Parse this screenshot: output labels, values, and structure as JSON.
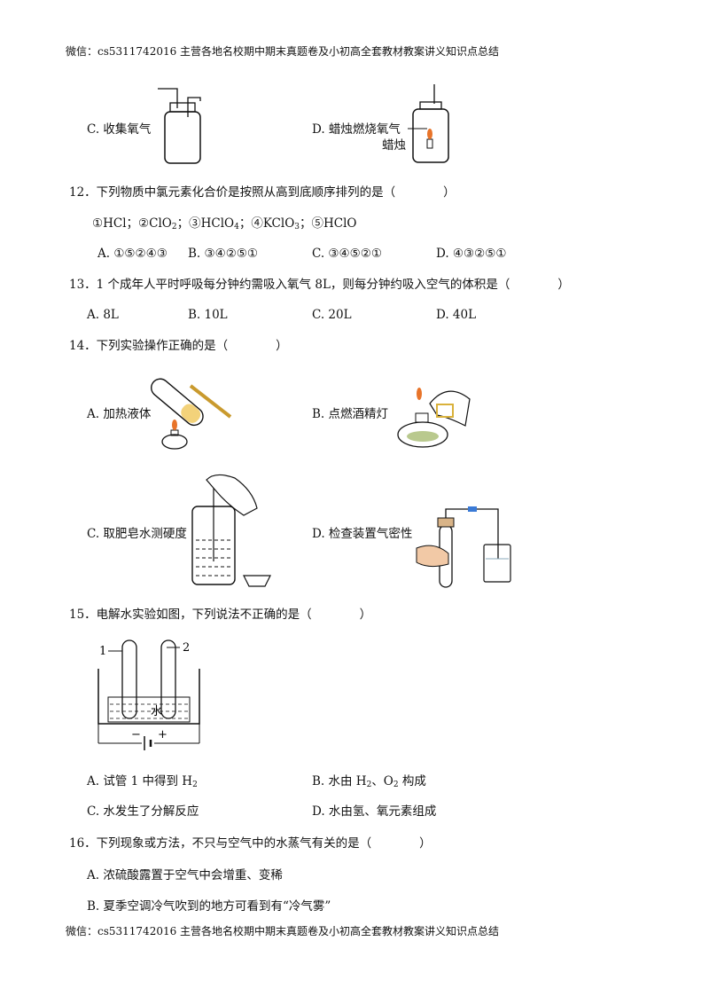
{
  "header": {
    "text": "微信：cs5311742016 主营各地名校期中期末真题卷及小初高全套教材教案讲义知识点总结"
  },
  "footer": {
    "text": "微信：cs5311742016 主营各地名校期中期末真题卷及小初高全套教材教案讲义知识点总结"
  },
  "q11": {
    "option_c": "C. 收集氧气",
    "option_d": "D. 蜡烛燃烧氧气",
    "candle_label": "蜡烛"
  },
  "q12": {
    "stem": "12．下列物质中氯元素化合价是按照从高到底顺序排列的是（　　　　）",
    "items": [
      "①HCl；",
      "②ClO",
      "2",
      "；③HClO",
      "4",
      "；④KClO",
      "3",
      "；⑤HClO"
    ],
    "options": [
      "A. ①⑤②④③",
      "B. ③④②⑤①",
      "C. ③④⑤②①",
      "D. ④③②⑤①"
    ]
  },
  "q13": {
    "stem": "13．1 个成年人平时呼吸每分钟约需吸入氧气 8L，则每分钟约吸入空气的体积是（　　　　）",
    "options": [
      "A. 8L",
      "B. 10L",
      "C. 20L",
      "D. 40L"
    ]
  },
  "q14": {
    "stem": "14．下列实验操作正确的是（　　　　）",
    "option_a": "A. 加热液体",
    "option_b": "B. 点燃酒精灯",
    "option_c": "C. 取肥皂水测硬度",
    "option_d": "D. 检查装置气密性"
  },
  "q15": {
    "stem": "15．电解水实验如图，下列说法不正确的是（　　　　）",
    "tube1": "1",
    "tube2": "2",
    "water_label": "水",
    "minus": "−",
    "plus": "+",
    "options": {
      "a": {
        "prefix": "A. 试管 1 中得到 H",
        "sub": "2"
      },
      "b": {
        "prefix": "B. 水由 H",
        "sub1": "2",
        "mid": "、O",
        "sub2": "2",
        "suffix": " 构成"
      },
      "c": "C. 水发生了分解反应",
      "d": "D. 水由氢、氧元素组成"
    }
  },
  "q16": {
    "stem": "16．下列现象或方法，不只与空气中的水蒸气有关的是（　　　　）",
    "option_a": "A. 浓硫酸露置于空气中会增重、变稀",
    "option_b": "B. 夏季空调冷气吹到的地方可看到有“冷气雾”"
  }
}
